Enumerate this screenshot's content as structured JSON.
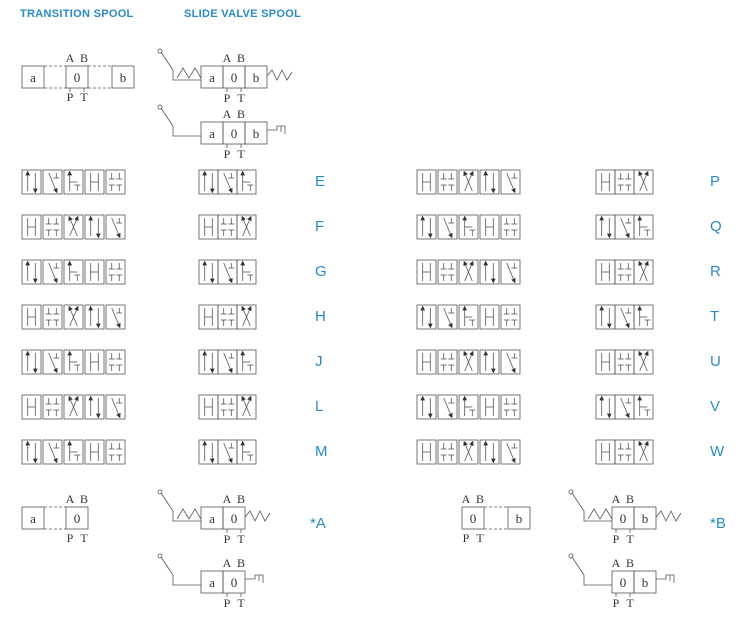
{
  "header": {
    "transition": "TRANSITION SPOOL",
    "slide": "SLIDE VALVE SPOOL",
    "color": "#2a8ac6"
  },
  "ports": {
    "A": "A",
    "B": "B",
    "P": "P",
    "T": "T"
  },
  "positions": {
    "a": "a",
    "zero": "0",
    "b": "b"
  },
  "spool_labels_left": [
    "E",
    "F",
    "G",
    "H",
    "J",
    "L",
    "M"
  ],
  "spool_labels_right": [
    "P",
    "Q",
    "R",
    "T",
    "U",
    "V",
    "W"
  ],
  "bottom_labels": {
    "left": "*A",
    "right": "*B"
  }
}
